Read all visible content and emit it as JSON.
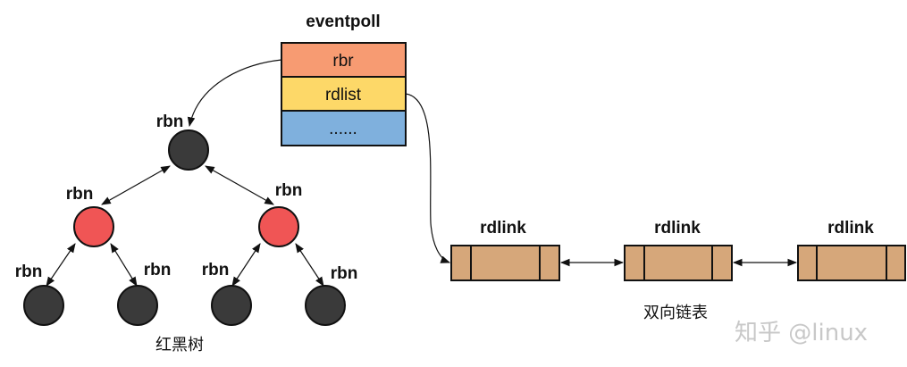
{
  "eventpoll": {
    "title": "eventpoll",
    "fields": [
      {
        "label": "rbr",
        "color": "#f79b72"
      },
      {
        "label": "rdlist",
        "color": "#fdd868"
      },
      {
        "label": "......",
        "color": "#7fb0dd"
      }
    ]
  },
  "tree": {
    "caption": "红黑树",
    "node_label": "rbn",
    "colors": {
      "black": "#3a3a3a",
      "red": "#f05555"
    },
    "nodes": [
      {
        "id": "root",
        "color": "black",
        "label": "rbn"
      },
      {
        "id": "l",
        "color": "red",
        "label": "rbn"
      },
      {
        "id": "r",
        "color": "red",
        "label": "rbn"
      },
      {
        "id": "ll",
        "color": "black",
        "label": "rbn"
      },
      {
        "id": "lr",
        "color": "black",
        "label": "rbn"
      },
      {
        "id": "rl",
        "color": "black",
        "label": "rbn"
      },
      {
        "id": "rr",
        "color": "black",
        "label": "rbn"
      }
    ]
  },
  "list": {
    "caption": "双向链表",
    "color": "#d6a77a",
    "items": [
      {
        "label": "rdlink"
      },
      {
        "label": "rdlink"
      },
      {
        "label": "rdlink"
      }
    ]
  },
  "watermark": "知乎 @linux"
}
